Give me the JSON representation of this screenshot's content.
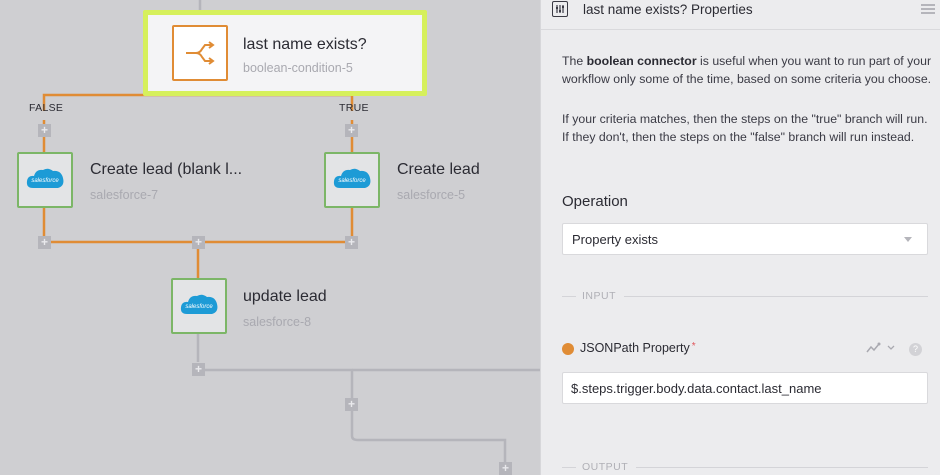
{
  "canvas": {
    "selected_node": {
      "title": "last name exists?",
      "id": "boolean-condition-5",
      "icon": "boolean-split-icon"
    },
    "branch_false": "FALSE",
    "branch_true": "TRUE",
    "node_left": {
      "title": "Create lead (blank l...",
      "id": "salesforce-7",
      "icon": "salesforce-icon",
      "icon_text": "salesforce"
    },
    "node_right": {
      "title": "Create lead",
      "id": "salesforce-5",
      "icon": "salesforce-icon",
      "icon_text": "salesforce"
    },
    "node_update": {
      "title": "update lead",
      "id": "salesforce-8",
      "icon": "salesforce-icon",
      "icon_text": "salesforce"
    },
    "plus_symbol": "+",
    "colors": {
      "active_connector": "#e08c35",
      "inactive_connector": "#b5b5bb",
      "selected_border": "#d6f05c",
      "salesforce_border": "#7cb667"
    }
  },
  "panel": {
    "title": "last name exists? Properties",
    "description_1_pre": "The ",
    "description_1_bold": "boolean connector",
    "description_1_post": " is useful when you want to run part of your workflow only some of the time, based on some criteria you choose.",
    "description_2": "If your criteria matches, then the steps on the \"true\" branch will run. If they don't, then the steps on the \"false\" branch will run instead.",
    "operation_label": "Operation",
    "operation_value": "Property exists",
    "input_group": "INPUT",
    "property_label": "JSONPath Property",
    "required_mark": "*",
    "property_value": "$.steps.trigger.body.data.contact.last_name",
    "output_group": "OUTPUT",
    "help_symbol": "?"
  }
}
